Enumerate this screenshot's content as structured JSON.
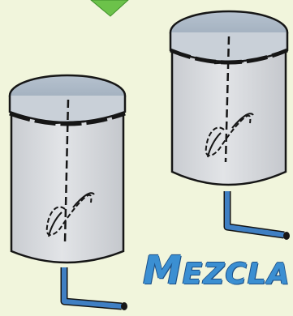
{
  "caption": {
    "first_letter": "M",
    "rest": "EZCLA"
  },
  "colors": {
    "background": "#f1f5dc",
    "tank_body": "#d6d8dc",
    "tank_lid": "#a9b6c4",
    "outline": "#161616",
    "pipe": "#3f7fc3",
    "arrow": "#6cc24a",
    "caption_text": "#3b8fd2"
  },
  "icons": [
    "green-arrow-icon",
    "left-tank",
    "right-tank",
    "outlet-pipe",
    "agitator-shaft"
  ]
}
